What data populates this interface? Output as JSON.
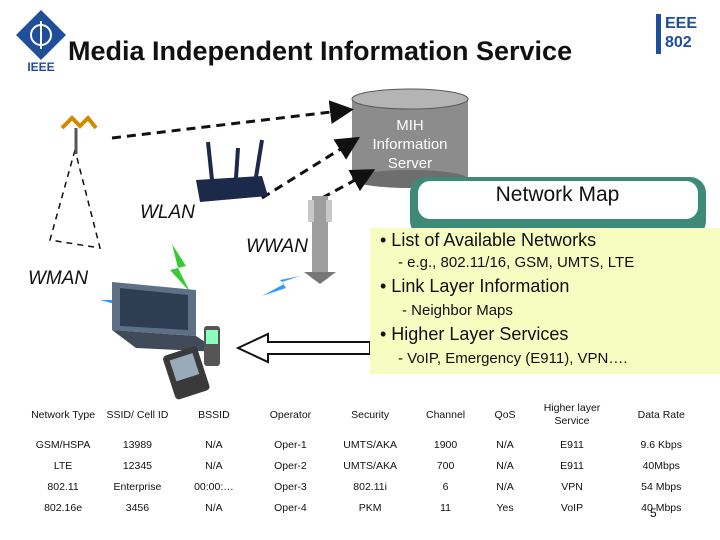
{
  "title": "Media Independent Information Service",
  "logos": {
    "ieee": "IEEE",
    "ieee802_line1": "EEE",
    "ieee802_line2": "802"
  },
  "server": {
    "line1": "MIH",
    "line2": "Information",
    "line3": "Server"
  },
  "networks": {
    "wlan": "WLAN",
    "wwan": "WWAN",
    "wman": "WMAN"
  },
  "network_map": {
    "title": "Network Map",
    "bullets": [
      {
        "text": "• List of Available Networks",
        "sub": "- e.g., 802.11/16, GSM, UMTS, LTE"
      },
      {
        "text": "• Link Layer Information",
        "sub": "- Neighbor Maps"
      },
      {
        "text": "• Higher Layer Services",
        "sub": "- VoIP,  Emergency (E911), VPN…."
      }
    ]
  },
  "table": {
    "headers": [
      "Network Type",
      "SSID/ Cell ID",
      "BSSID",
      "Operator",
      "Security",
      "Channel",
      "QoS",
      "Higher layer Service",
      "Data Rate"
    ],
    "rows": [
      [
        "GSM/HSPA",
        "13989",
        "N/A",
        "Oper-1",
        "UMTS/AKA",
        "1900",
        "N/A",
        "E911",
        "9.6 Kbps"
      ],
      [
        "LTE",
        "12345",
        "N/A",
        "Oper-2",
        "UMTS/AKA",
        "700",
        "N/A",
        "E911",
        "40Mbps"
      ],
      [
        "802.11",
        "Enterprise",
        "00:00:…",
        "Oper-3",
        "802.11i",
        "6",
        "N/A",
        "VPN",
        "54 Mbps"
      ],
      [
        "802.16e",
        "3456",
        "N/A",
        "Oper-4",
        "PKM",
        "11",
        "Yes",
        "VoIP",
        "40 Mbps"
      ]
    ]
  },
  "page_number": "5",
  "colors": {
    "map_box": "#f7fcc1",
    "map_header": "#3e8a78",
    "server": "#8c8c8c",
    "lightning": "#33cc33",
    "lightning_blue": "#3399ff"
  }
}
